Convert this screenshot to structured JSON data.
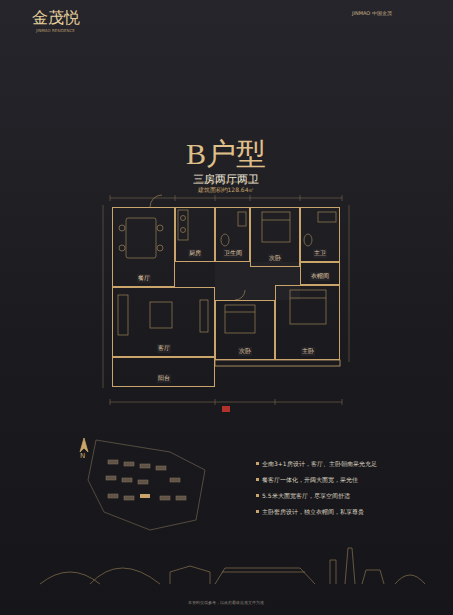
{
  "diagram": {
    "title": "B户型",
    "nodes": [
      {
        "text": [
          "餐厅"
        ]
      },
      {
        "text": [
          "厨房"
        ]
      },
      {
        "text": [
          "卫生间"
        ]
      },
      {
        "text": [
          "次卧"
        ]
      },
      {
        "text": [
          "主卫"
        ]
      },
      {
        "text": [
          "衣帽间"
        ]
      },
      {
        "text": [
          "客厅"
        ]
      },
      {
        "text": [
          "次卧"
        ]
      },
      {
        "text": [
          "主卧"
        ]
      },
      {
        "text": [
          "阳台"
        ]
      }
    ],
    "labels": [
      "金茂悦",
      "JINMAO RESIDENCE",
      "JINMAO 中国金茂",
      "三房两厅两卫",
      "建筑面积约128.64㎡",
      "N",
      "全南3+1房设计，客厅、主卧朝南采光充足",
      "餐客厅一体化，开阔大面宽，采光佳",
      "5.5米大面宽客厅，尽享空间舒适",
      "主卧套房设计，独立衣帽间，私享尊贵",
      "本资料仅供参考，以政府最终批准文件为准"
    ]
  }
}
